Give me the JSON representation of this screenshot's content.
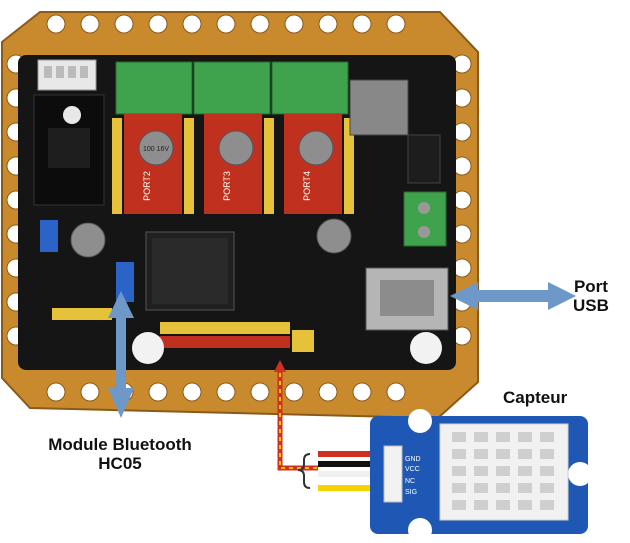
{
  "labels": {
    "port_line1": "Port",
    "port_line2": "USB",
    "sensor": "Capteur",
    "bluetooth_line1": "Module Bluetooth",
    "bluetooth_line2": "HC05"
  },
  "board_silkscreen": {
    "driver_port_2": "PORT2",
    "driver_port_3": "PORT3",
    "driver_port_4": "PORT4",
    "capacitor_value": "100 16V"
  },
  "sensor_pins": [
    "GND",
    "VCC",
    "NC",
    "SIG"
  ],
  "colors": {
    "frame": "#c98a2e",
    "pcb": "#151515",
    "arrow": "#6d98c8",
    "driver_pcb": "#c0301e",
    "terminal": "#3fa34d",
    "grove": "#1f57b5",
    "sensor": "#f1f1f1"
  }
}
